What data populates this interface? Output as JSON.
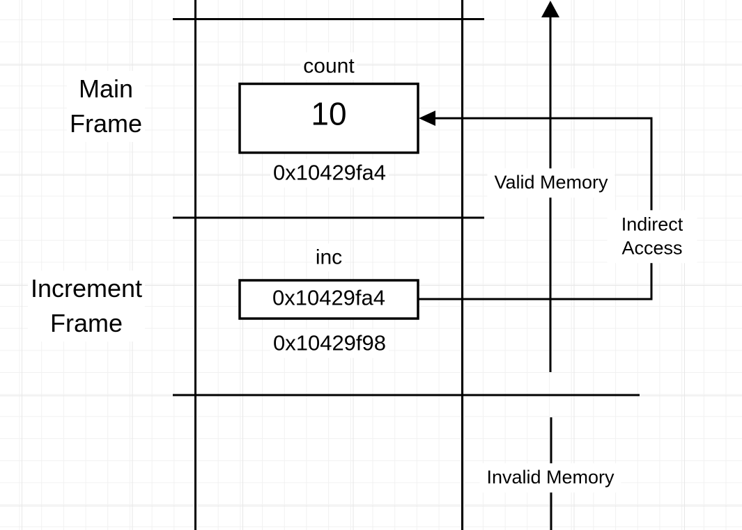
{
  "canvas": {
    "background": "#ffffff",
    "grid_minor_color": "#f1f1f1",
    "grid_major_color": "#e7e7e7",
    "line_color": "#000000"
  },
  "frames": {
    "main": {
      "label": "Main\nFrame",
      "variable_name": "count",
      "variable_value": "10",
      "address": "0x10429fa4"
    },
    "increment": {
      "label": "Increment\nFrame",
      "variable_name": "inc",
      "variable_value": "0x10429fa4",
      "address": "0x10429f98"
    }
  },
  "annotations": {
    "valid_memory": "Valid Memory",
    "indirect_access": "Indirect Access",
    "invalid_memory": "Invalid Memory"
  }
}
